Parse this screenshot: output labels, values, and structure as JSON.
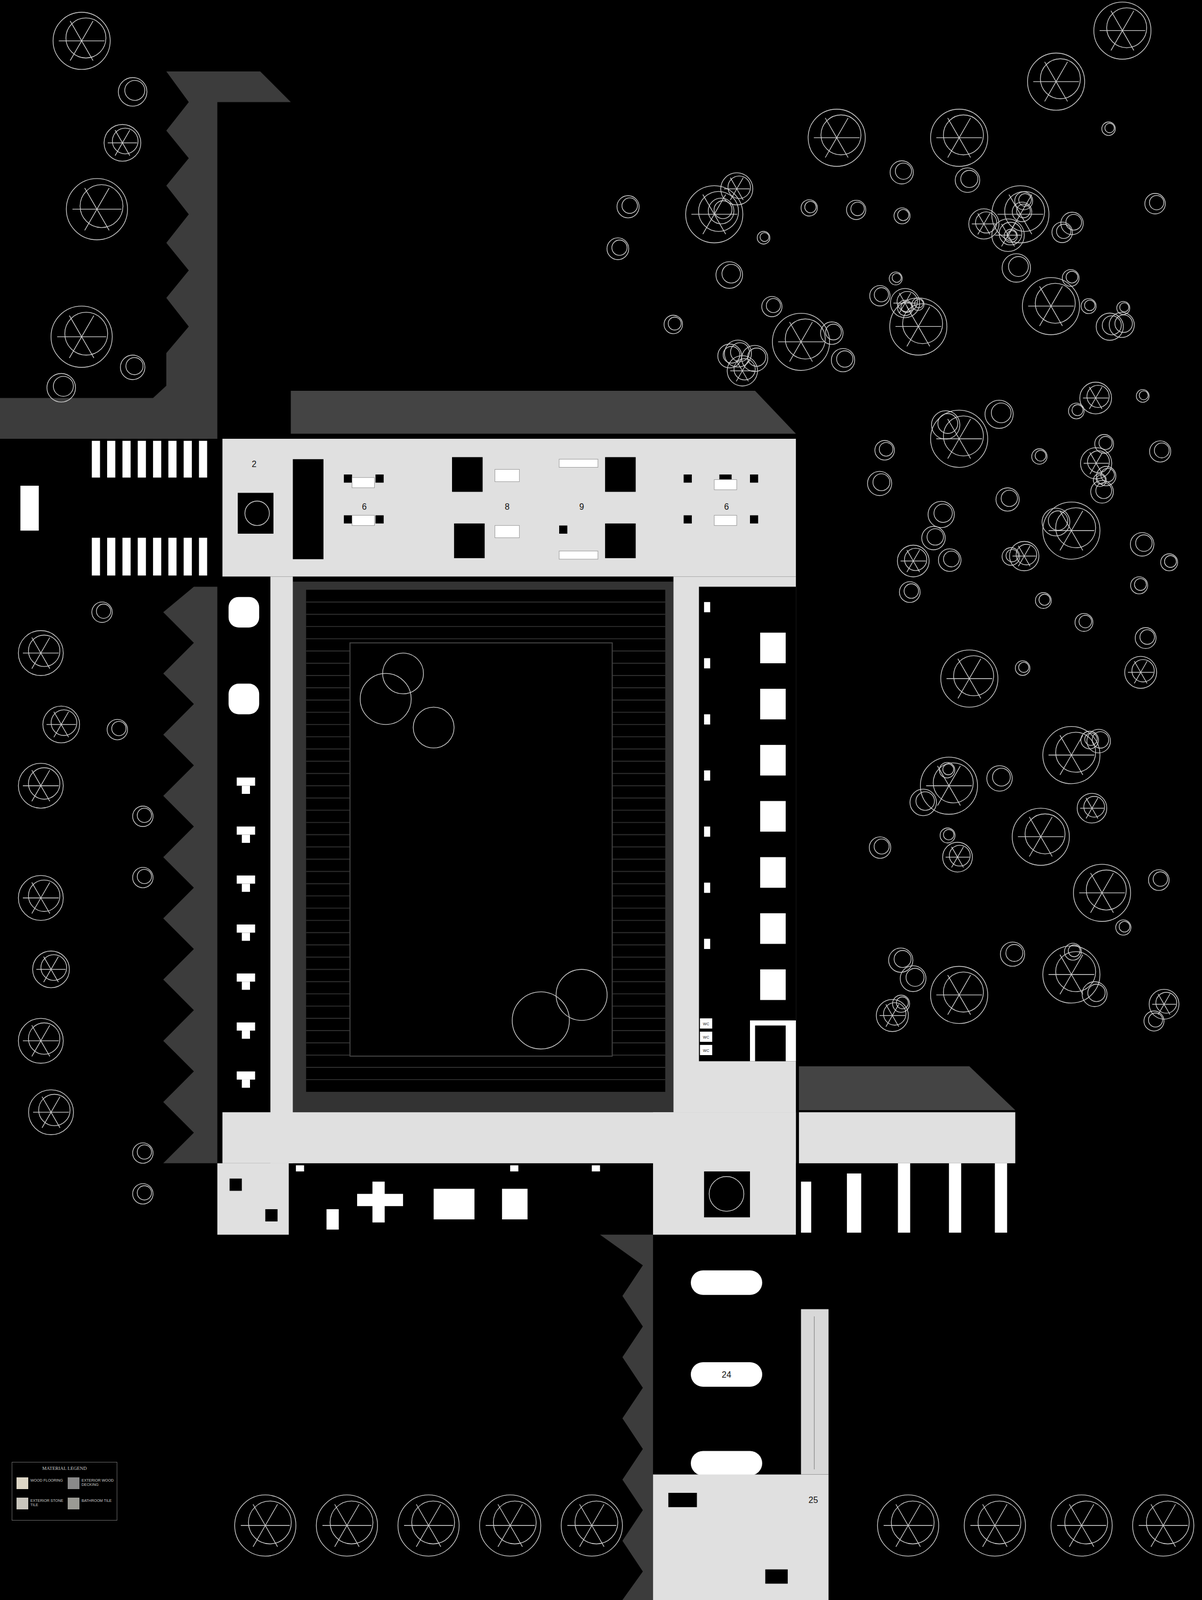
{
  "diagram": {
    "labels": [
      "2",
      "6",
      "8",
      "9",
      "6",
      "24",
      "25",
      "WC",
      "WC",
      "WC",
      "MATERIAL LEGEND"
    ],
    "legend": [
      {
        "text": "WOOD FLOORING",
        "color": "#ddd6c6"
      },
      {
        "text": "EXTERIOR WOOD DECKING",
        "color": "#8a8a8a"
      },
      {
        "text": "EXTERIOR STONE TILE",
        "color": "#c9c6bd"
      },
      {
        "text": "BATHROOM TILE",
        "color": "#9a9a94"
      }
    ]
  }
}
